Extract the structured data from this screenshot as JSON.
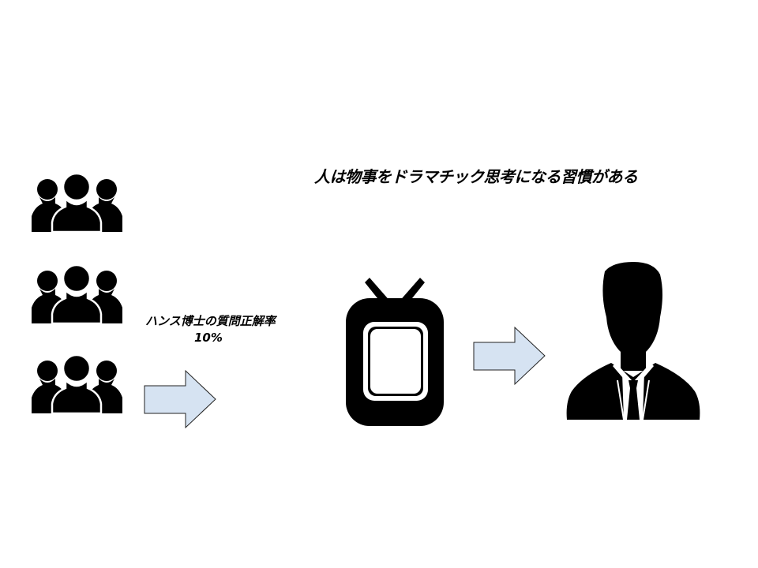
{
  "headline": "人は物事をドラマチック思考になる習慣がある",
  "caption": {
    "line1": "ハンス博士の質問正解率",
    "line2": "10%"
  },
  "icons": {
    "group": "people-group-icon",
    "arrow": "right-arrow-icon",
    "tv": "tv-icon",
    "person": "businessman-icon"
  },
  "colors": {
    "arrow_fill": "#d6e3f2",
    "arrow_stroke": "#222222",
    "icon": "#000000"
  }
}
